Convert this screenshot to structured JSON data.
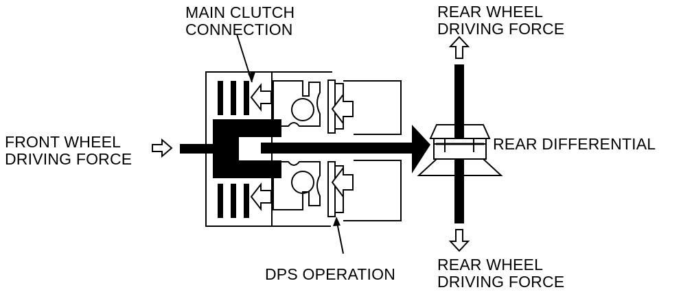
{
  "labels": {
    "main_clutch": [
      "MAIN CLUTCH",
      "CONNECTION"
    ],
    "front_wheel": [
      "FRONT WHEEL",
      "DRIVING FORCE"
    ],
    "rear_differential": "REAR DIFFERENTIAL",
    "dps_operation": "DPS OPERATION",
    "rear_wheel_top": [
      "REAR WHEEL",
      "DRIVING FORCE"
    ],
    "rear_wheel_bottom": [
      "REAR WHEEL",
      "DRIVING FORCE"
    ]
  },
  "colors": {
    "ink": "#000000",
    "paper": "#ffffff"
  }
}
